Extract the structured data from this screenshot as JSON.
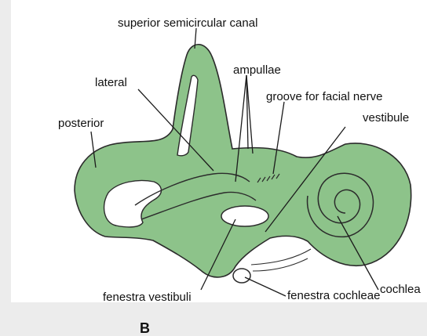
{
  "labels": {
    "superior": "superior semicircular canal",
    "ampullae": "ampullae",
    "lateral": "lateral",
    "groove": "groove for facial nerve",
    "posterior": "posterior",
    "vestibule": "vestibule",
    "cochlea": "cochlea",
    "fenestra_vestibuli": "fenestra vestibuli",
    "fenestra_cochleae": "fenestra cochleae"
  },
  "caption": "B",
  "colors": {
    "fill": "#8dc38a",
    "outline": "#2b2b2b",
    "background": "#ececec",
    "panel": "#ffffff"
  }
}
